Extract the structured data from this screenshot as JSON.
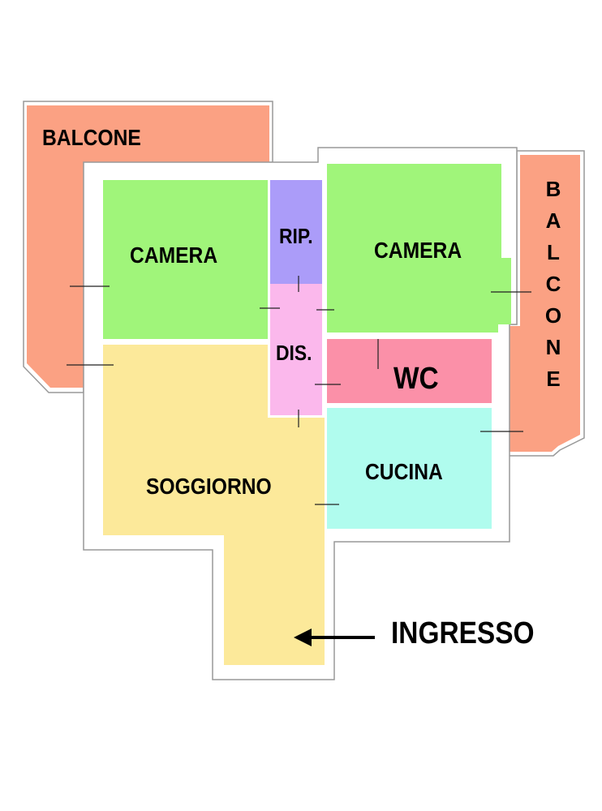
{
  "rooms": {
    "balcone_left": "BALCONE",
    "balcone_right": "BALCONE",
    "camera_left": "CAMERA",
    "camera_right": "CAMERA",
    "rip": "RIP.",
    "dis": "DIS.",
    "wc": "WC",
    "cucina": "CUCINA",
    "soggiorno": "SOGGIORNO"
  },
  "entrance": "INGRESSO",
  "colors": {
    "balcone": "#fba183",
    "camera": "#a0f57a",
    "rip": "#ab9cf9",
    "dis": "#fbb8ec",
    "wc": "#fb90a8",
    "cucina": "#b0fcee",
    "soggiorno": "#fce99a"
  }
}
